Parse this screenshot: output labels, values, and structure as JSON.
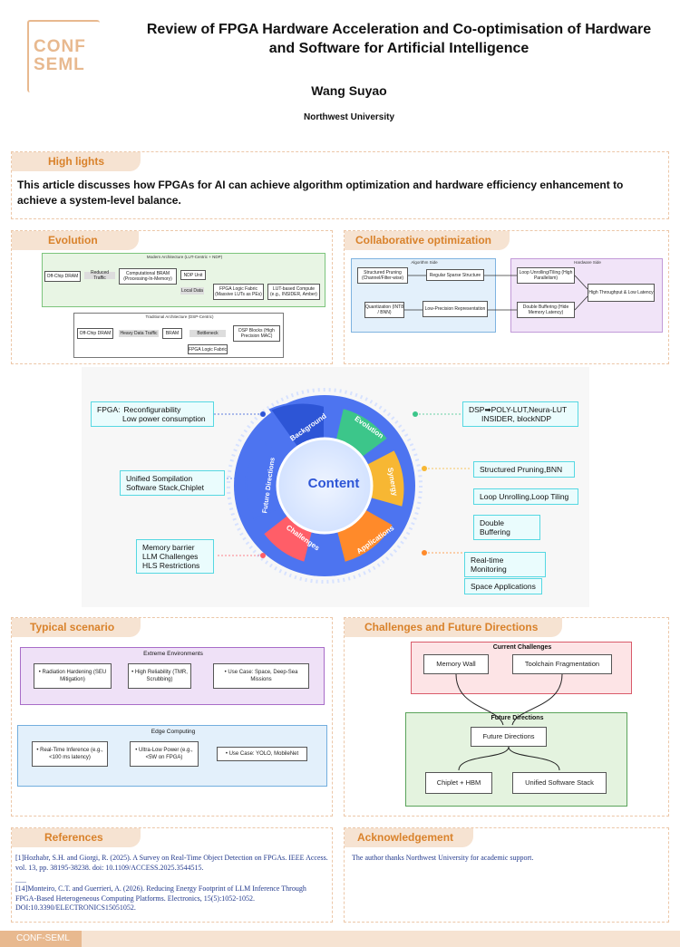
{
  "header": {
    "title": "Review of FPGA Hardware Acceleration and Co-optimisation of Hardware and Software for Artificial Intelligence",
    "author": "Wang Suyao",
    "affiliation": "Northwest University",
    "logo": "CONF\nSEML"
  },
  "highlights": {
    "title": "High lights",
    "text": "This article discusses how FPGAs for AI can achieve algorithm optimization and hardware efficiency enhancement to achieve a system-level balance."
  },
  "evolution": {
    "title": "Evolution",
    "modern": "Modern Architecture (LUT-Centric + NDP)",
    "traditional": "Traditional Architecture (DSP-Centric)",
    "offchip1": "Off-Chip DRAM",
    "reduced": "Reduced Traffic",
    "cim": "Computational BRAM (Processing-In-Memory)",
    "ndp": "NDP Unit",
    "local": "Local Data",
    "fabric": "FPGA Logic Fabric (Massive LUTs as PEs)",
    "lutcompute": "LUT-based Compute (e.g., INSIDER, Amber)",
    "offchip2": "Off-Chip DRAM",
    "heavy": "Heavy Data Traffic",
    "bram": "BRAM",
    "bottleneck": "Bottleneck",
    "dsp": "DSP Blocks (High Precision MAC)",
    "fabric2": "FPGA Logic Fabric"
  },
  "collab": {
    "title": "Collaborative optimization",
    "alg": "Algorithm Side",
    "hw": "Hardware Side",
    "pruning": "Structured Pruning (Channel/Filter-wise)",
    "sparse": "Regular Sparse Structure",
    "quant": "Quantization (INT8 / BNN)",
    "lowprec": "Low-Precision Representation",
    "loop": "Loop Unrolling/Tiling (High Parallelism)",
    "dbuf": "Double Buffering (Hide Memory Latency)",
    "result": "High Throughput & Low Latency"
  },
  "content": {
    "center": "Content",
    "segments": [
      "Background",
      "Evolution",
      "Synergy",
      "Applications",
      "Challenges",
      "Future Directions"
    ],
    "fpga_label": "FPGA:",
    "fpga1": "Reconfigurability",
    "fpga2": "Low power consumption",
    "dsp1": "DSP➡POLY-LUT,Neura-LUT",
    "dsp2": "INSIDER,   blockNDP",
    "unified1": "Unified Sompilation",
    "unified2": "Software Stack,Chiplet",
    "syn1": "Structured Pruning,BNN",
    "syn2": "Loop Unrolling,Loop Tiling",
    "syn3": "Double Buffering",
    "mem1": "Memory barrier",
    "mem2": "LLM Challenges",
    "mem3": "HLS Restrictions",
    "app1": "Real-time Monitoring",
    "app2": "Space Applications"
  },
  "scenario": {
    "title": "Typical scenario",
    "extreme": "Extreme Environments",
    "rad": "• Radiation Hardening (SEU Mitigation)",
    "rel": "• High Reliability (TMR, Scrubbing)",
    "use1": "• Use Case: Space, Deep-Sea Missions",
    "edge": "Edge Computing",
    "rt": "• Real-Time Inference (e.g., <100 ms latency)",
    "ulp": "• Ultra-Low Power (e.g., <5W on FPGA)",
    "use2": "• Use Case: YOLO, MobileNet"
  },
  "challenges": {
    "title": "Challenges and Future Directions",
    "current": "Current Challenges",
    "memwall": "Memory Wall",
    "toolchain": "Toolchain Fragmentation",
    "future": "Future Directions",
    "futurebox": "Future Directions",
    "chiplet": "Chiplet + HBM",
    "unified": "Unified Software Stack"
  },
  "references": {
    "title": "References",
    "r1": "[1]Hozhabr, S.H. and Giorgi, R. (2025). A Survey on Real-Time Object Detection on FPGAs. IEEE Access. vol. 13, pp. 38195-38238. doi: 10.1109/ACCESS.2025.3544515.",
    "dots": "......",
    "r2": "[14]Monteiro, C.T. and Guerrieri, A. (2026). Reducing Energy Footprint of LLM Inference Through FPGA-Based Heterogeneous Computing Platforms. Electronics, 15(5):1052-1052. DOI:10.3390/ELECTRONICS15051052."
  },
  "ack": {
    "title": "Acknowledgement",
    "text": "The author thanks Northwest University for academic support."
  },
  "footer": {
    "label": "CONF-SEML"
  }
}
